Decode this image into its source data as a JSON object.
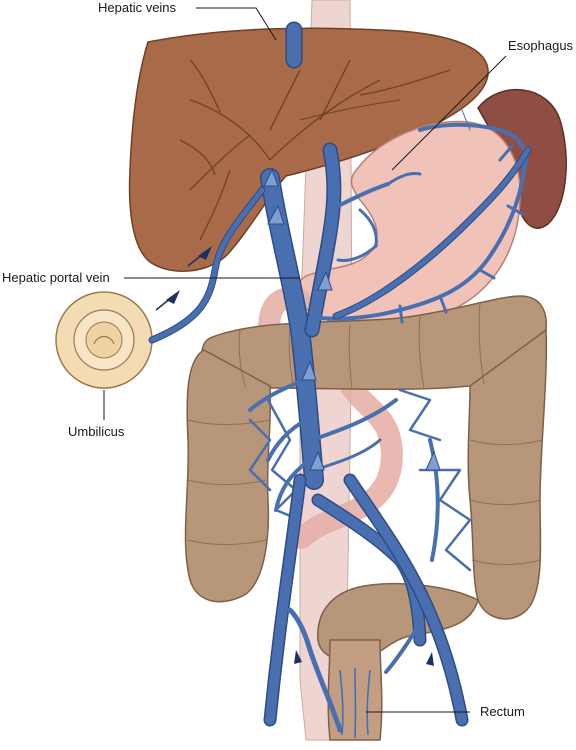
{
  "labels": {
    "hepatic_veins": "Hepatic veins",
    "esophagus": "Esophagus",
    "hepatic_portal_vein": "Hepatic portal vein",
    "umbilicus": "Umbilicus",
    "rectum": "Rectum"
  },
  "colors": {
    "vein": "#4a6fb0",
    "liver": "#a86a48",
    "stomach": "#f1c2b8",
    "spleen": "#8e4e44",
    "colon": "#b7967a",
    "umbilicus": "#f3dcb4"
  }
}
